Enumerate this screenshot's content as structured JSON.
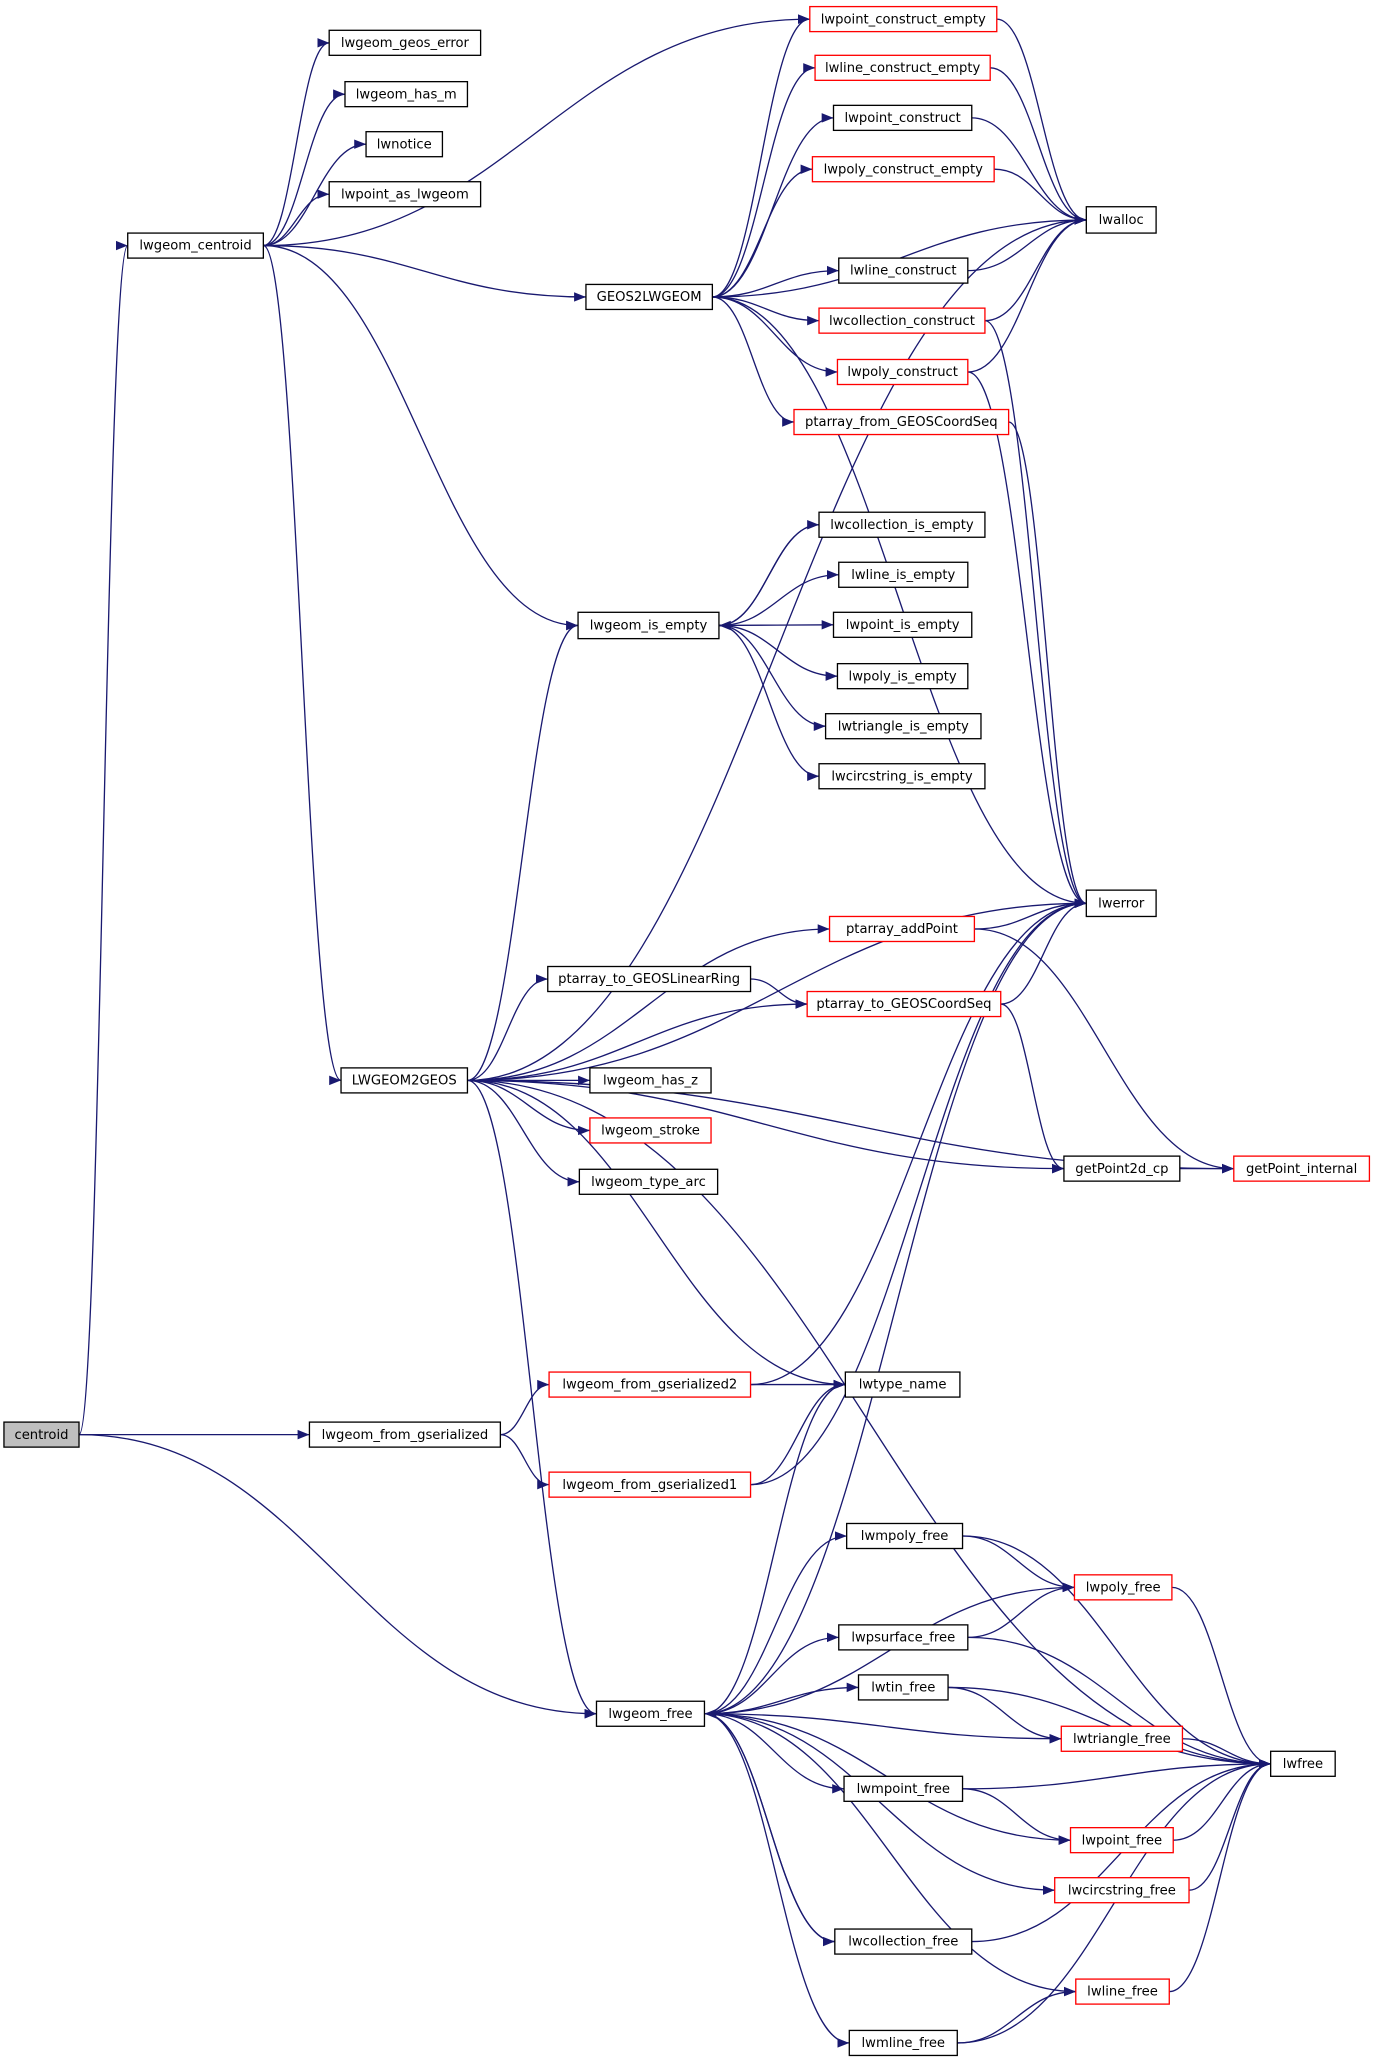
{
  "title": "centroid call graph",
  "colors": {
    "edge": "#191970",
    "truncated_border": "#ff0000",
    "root_fill": "#bfbfbf"
  },
  "nodes": [
    {
      "id": "centroid",
      "label": "centroid",
      "root": true
    },
    {
      "id": "lwgeom_centroid",
      "label": "lwgeom_centroid"
    },
    {
      "id": "lwgeom_geos_error",
      "label": "lwgeom_geos_error"
    },
    {
      "id": "lwgeom_has_m",
      "label": "lwgeom_has_m"
    },
    {
      "id": "lwnotice",
      "label": "lwnotice"
    },
    {
      "id": "lwpoint_as_lwgeom",
      "label": "lwpoint_as_lwgeom"
    },
    {
      "id": "lwpoint_construct_empty",
      "label": "lwpoint_construct_empty",
      "truncated": true
    },
    {
      "id": "lwline_construct_empty",
      "label": "lwline_construct_empty",
      "truncated": true
    },
    {
      "id": "lwpoint_construct",
      "label": "lwpoint_construct"
    },
    {
      "id": "lwpoly_construct_empty",
      "label": "lwpoly_construct_empty",
      "truncated": true
    },
    {
      "id": "lwalloc",
      "label": "lwalloc"
    },
    {
      "id": "GEOS2LWGEOM",
      "label": "GEOS2LWGEOM"
    },
    {
      "id": "lwline_construct",
      "label": "lwline_construct"
    },
    {
      "id": "lwcollection_construct",
      "label": "lwcollection_construct",
      "truncated": true
    },
    {
      "id": "lwpoly_construct",
      "label": "lwpoly_construct",
      "truncated": true
    },
    {
      "id": "ptarray_from_GEOSCoordSeq",
      "label": "ptarray_from_GEOSCoordSeq",
      "truncated": true
    },
    {
      "id": "lwcollection_is_empty",
      "label": "lwcollection_is_empty"
    },
    {
      "id": "lwline_is_empty",
      "label": "lwline_is_empty"
    },
    {
      "id": "lwgeom_is_empty",
      "label": "lwgeom_is_empty"
    },
    {
      "id": "lwpoint_is_empty",
      "label": "lwpoint_is_empty"
    },
    {
      "id": "lwpoly_is_empty",
      "label": "lwpoly_is_empty"
    },
    {
      "id": "lwtriangle_is_empty",
      "label": "lwtriangle_is_empty"
    },
    {
      "id": "lwcircstring_is_empty",
      "label": "lwcircstring_is_empty"
    },
    {
      "id": "lwerror",
      "label": "lwerror"
    },
    {
      "id": "ptarray_addPoint",
      "label": "ptarray_addPoint",
      "truncated": true
    },
    {
      "id": "ptarray_to_GEOSLinearRing",
      "label": "ptarray_to_GEOSLinearRing"
    },
    {
      "id": "ptarray_to_GEOSCoordSeq",
      "label": "ptarray_to_GEOSCoordSeq",
      "truncated": true
    },
    {
      "id": "LWGEOM2GEOS",
      "label": "LWGEOM2GEOS"
    },
    {
      "id": "lwgeom_has_z",
      "label": "lwgeom_has_z"
    },
    {
      "id": "lwgeom_stroke",
      "label": "lwgeom_stroke",
      "truncated": true
    },
    {
      "id": "lwgeom_type_arc",
      "label": "lwgeom_type_arc"
    },
    {
      "id": "getPoint2d_cp",
      "label": "getPoint2d_cp"
    },
    {
      "id": "getPoint_internal",
      "label": "getPoint_internal",
      "truncated": true
    },
    {
      "id": "lwgeom_from_gserialized2",
      "label": "lwgeom_from_gserialized2",
      "truncated": true
    },
    {
      "id": "lwtype_name",
      "label": "lwtype_name"
    },
    {
      "id": "lwgeom_from_gserialized",
      "label": "lwgeom_from_gserialized"
    },
    {
      "id": "lwgeom_from_gserialized1",
      "label": "lwgeom_from_gserialized1",
      "truncated": true
    },
    {
      "id": "lwmpoly_free",
      "label": "lwmpoly_free"
    },
    {
      "id": "lwpoly_free",
      "label": "lwpoly_free",
      "truncated": true
    },
    {
      "id": "lwpsurface_free",
      "label": "lwpsurface_free"
    },
    {
      "id": "lwgeom_free",
      "label": "lwgeom_free"
    },
    {
      "id": "lwtin_free",
      "label": "lwtin_free"
    },
    {
      "id": "lwtriangle_free",
      "label": "lwtriangle_free",
      "truncated": true
    },
    {
      "id": "lwfree",
      "label": "lwfree"
    },
    {
      "id": "lwmpoint_free",
      "label": "lwmpoint_free"
    },
    {
      "id": "lwpoint_free",
      "label": "lwpoint_free",
      "truncated": true
    },
    {
      "id": "lwcircstring_free",
      "label": "lwcircstring_free",
      "truncated": true
    },
    {
      "id": "lwcollection_free",
      "label": "lwcollection_free"
    },
    {
      "id": "lwline_free",
      "label": "lwline_free",
      "truncated": true
    },
    {
      "id": "lwmline_free",
      "label": "lwmline_free"
    }
  ],
  "edges": [
    [
      "centroid",
      "lwgeom_centroid"
    ],
    [
      "centroid",
      "lwgeom_from_gserialized"
    ],
    [
      "centroid",
      "lwgeom_free"
    ],
    [
      "lwgeom_centroid",
      "lwgeom_geos_error"
    ],
    [
      "lwgeom_centroid",
      "lwgeom_has_m"
    ],
    [
      "lwgeom_centroid",
      "lwnotice"
    ],
    [
      "lwgeom_centroid",
      "lwpoint_as_lwgeom"
    ],
    [
      "lwgeom_centroid",
      "lwpoint_construct_empty"
    ],
    [
      "lwgeom_centroid",
      "GEOS2LWGEOM"
    ],
    [
      "lwgeom_centroid",
      "lwgeom_is_empty"
    ],
    [
      "lwgeom_centroid",
      "LWGEOM2GEOS"
    ],
    [
      "GEOS2LWGEOM",
      "lwpoint_construct_empty"
    ],
    [
      "GEOS2LWGEOM",
      "lwline_construct_empty"
    ],
    [
      "GEOS2LWGEOM",
      "lwpoint_construct"
    ],
    [
      "GEOS2LWGEOM",
      "lwpoly_construct_empty"
    ],
    [
      "GEOS2LWGEOM",
      "lwalloc"
    ],
    [
      "GEOS2LWGEOM",
      "lwline_construct"
    ],
    [
      "GEOS2LWGEOM",
      "lwcollection_construct"
    ],
    [
      "GEOS2LWGEOM",
      "lwpoly_construct"
    ],
    [
      "GEOS2LWGEOM",
      "ptarray_from_GEOSCoordSeq"
    ],
    [
      "GEOS2LWGEOM",
      "lwerror"
    ],
    [
      "lwpoint_construct_empty",
      "lwalloc"
    ],
    [
      "lwline_construct_empty",
      "lwalloc"
    ],
    [
      "lwpoint_construct",
      "lwalloc"
    ],
    [
      "lwpoly_construct_empty",
      "lwalloc"
    ],
    [
      "lwline_construct",
      "lwalloc"
    ],
    [
      "lwcollection_construct",
      "lwalloc"
    ],
    [
      "lwcollection_construct",
      "lwerror"
    ],
    [
      "lwpoly_construct",
      "lwalloc"
    ],
    [
      "lwpoly_construct",
      "lwerror"
    ],
    [
      "ptarray_from_GEOSCoordSeq",
      "lwerror"
    ],
    [
      "lwgeom_is_empty",
      "lwcollection_is_empty"
    ],
    [
      "lwgeom_is_empty",
      "lwline_is_empty"
    ],
    [
      "lwgeom_is_empty",
      "lwpoint_is_empty"
    ],
    [
      "lwgeom_is_empty",
      "lwpoly_is_empty"
    ],
    [
      "lwgeom_is_empty",
      "lwtriangle_is_empty"
    ],
    [
      "lwgeom_is_empty",
      "lwcircstring_is_empty"
    ],
    [
      "lwcollection_is_empty",
      "lwgeom_is_empty"
    ],
    [
      "LWGEOM2GEOS",
      "lwgeom_is_empty"
    ],
    [
      "LWGEOM2GEOS",
      "lwalloc"
    ],
    [
      "LWGEOM2GEOS",
      "lwerror"
    ],
    [
      "LWGEOM2GEOS",
      "ptarray_addPoint"
    ],
    [
      "LWGEOM2GEOS",
      "ptarray_to_GEOSLinearRing"
    ],
    [
      "LWGEOM2GEOS",
      "ptarray_to_GEOSCoordSeq"
    ],
    [
      "LWGEOM2GEOS",
      "lwgeom_has_z"
    ],
    [
      "LWGEOM2GEOS",
      "lwgeom_stroke"
    ],
    [
      "LWGEOM2GEOS",
      "lwgeom_type_arc"
    ],
    [
      "LWGEOM2GEOS",
      "getPoint2d_cp"
    ],
    [
      "LWGEOM2GEOS",
      "getPoint_internal"
    ],
    [
      "LWGEOM2GEOS",
      "lwfree"
    ],
    [
      "LWGEOM2GEOS",
      "lwtype_name"
    ],
    [
      "LWGEOM2GEOS",
      "lwgeom_free"
    ],
    [
      "ptarray_addPoint",
      "lwerror"
    ],
    [
      "ptarray_addPoint",
      "getPoint_internal"
    ],
    [
      "ptarray_to_GEOSLinearRing",
      "ptarray_to_GEOSCoordSeq"
    ],
    [
      "ptarray_to_GEOSCoordSeq",
      "lwerror"
    ],
    [
      "ptarray_to_GEOSCoordSeq",
      "getPoint2d_cp"
    ],
    [
      "getPoint2d_cp",
      "getPoint_internal"
    ],
    [
      "lwgeom_from_gserialized",
      "lwgeom_from_gserialized2"
    ],
    [
      "lwgeom_from_gserialized",
      "lwgeom_from_gserialized1"
    ],
    [
      "lwgeom_from_gserialized2",
      "lwtype_name"
    ],
    [
      "lwgeom_from_gserialized2",
      "lwerror"
    ],
    [
      "lwgeom_from_gserialized1",
      "lwtype_name"
    ],
    [
      "lwgeom_from_gserialized1",
      "lwerror"
    ],
    [
      "lwgeom_free",
      "lwtype_name"
    ],
    [
      "lwgeom_free",
      "lwerror"
    ],
    [
      "lwgeom_free",
      "lwmpoly_free"
    ],
    [
      "lwgeom_free",
      "lwpoly_free"
    ],
    [
      "lwgeom_free",
      "lwpsurface_free"
    ],
    [
      "lwgeom_free",
      "lwtin_free"
    ],
    [
      "lwgeom_free",
      "lwtriangle_free"
    ],
    [
      "lwgeom_free",
      "lwmpoint_free"
    ],
    [
      "lwgeom_free",
      "lwpoint_free"
    ],
    [
      "lwgeom_free",
      "lwcircstring_free"
    ],
    [
      "lwgeom_free",
      "lwcollection_free"
    ],
    [
      "lwgeom_free",
      "lwline_free"
    ],
    [
      "lwgeom_free",
      "lwmline_free"
    ],
    [
      "lwmpoly_free",
      "lwpoly_free"
    ],
    [
      "lwmpoly_free",
      "lwfree"
    ],
    [
      "lwpoly_free",
      "lwfree"
    ],
    [
      "lwpsurface_free",
      "lwpoly_free"
    ],
    [
      "lwpsurface_free",
      "lwfree"
    ],
    [
      "lwtin_free",
      "lwtriangle_free"
    ],
    [
      "lwtin_free",
      "lwfree"
    ],
    [
      "lwtriangle_free",
      "lwfree"
    ],
    [
      "lwmpoint_free",
      "lwpoint_free"
    ],
    [
      "lwmpoint_free",
      "lwfree"
    ],
    [
      "lwpoint_free",
      "lwfree"
    ],
    [
      "lwcircstring_free",
      "lwfree"
    ],
    [
      "lwcollection_free",
      "lwgeom_free"
    ],
    [
      "lwcollection_free",
      "lwfree"
    ],
    [
      "lwline_free",
      "lwfree"
    ],
    [
      "lwmline_free",
      "lwline_free"
    ],
    [
      "lwmline_free",
      "lwfree"
    ]
  ]
}
